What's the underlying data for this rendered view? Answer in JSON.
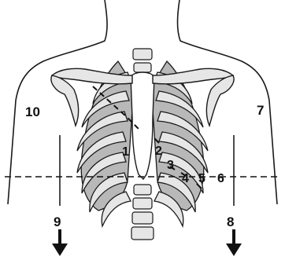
{
  "labels": {
    "l1": "1",
    "l2": "2",
    "l3": "3",
    "l4": "4",
    "l5": "5",
    "l6": "6",
    "l7": "7",
    "l8": "8",
    "l9": "9",
    "l10": "10"
  },
  "colors": {
    "outline": "#1a1a1a",
    "bone": "#e6e6e6",
    "lung": "#b8b8b8",
    "background": "#ffffff"
  }
}
